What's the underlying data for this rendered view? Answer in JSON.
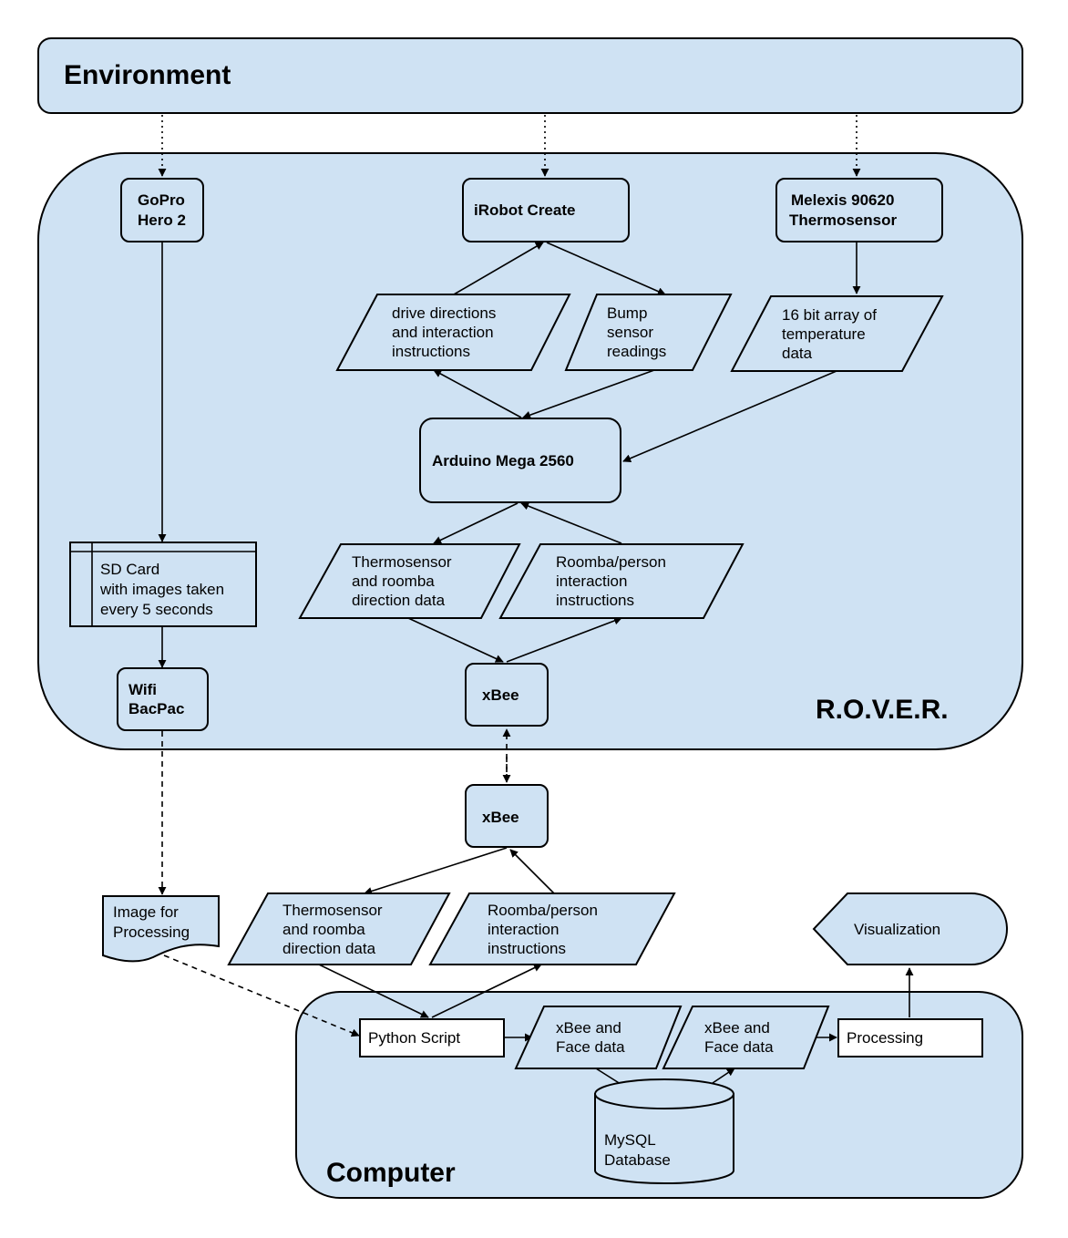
{
  "containers": {
    "environment": "Environment",
    "rover": "R.O.V.E.R.",
    "computer": "Computer"
  },
  "nodes": {
    "gopro": [
      "GoPro",
      "Hero 2"
    ],
    "irobot": [
      "iRobot Create"
    ],
    "melexis": [
      "Melexis 90620",
      "Thermosensor"
    ],
    "drive_directions": [
      "drive directions",
      "and interaction",
      "instructions"
    ],
    "bump_readings": [
      "Bump",
      "sensor",
      "readings"
    ],
    "temp_array": [
      "16 bit array of",
      "temperature",
      "data"
    ],
    "arduino": [
      "Arduino Mega 2560"
    ],
    "sd_card": [
      "SD Card",
      "with images taken",
      "every 5 seconds"
    ],
    "thermo_data_rover": [
      "Thermosensor",
      "and roomba",
      "direction data"
    ],
    "roomba_instr_rover": [
      "Roomba/person",
      "interaction",
      "instructions"
    ],
    "wifi_bacpac": [
      "Wifi",
      "BacPac"
    ],
    "xbee_rover": [
      "xBee"
    ],
    "xbee_computer": [
      "xBee"
    ],
    "image_processing": [
      "Image for",
      "Processing"
    ],
    "thermo_data_comp": [
      "Thermosensor",
      "and roomba",
      "direction data"
    ],
    "roomba_instr_comp": [
      "Roomba/person",
      "interaction",
      "instructions"
    ],
    "visualization": [
      "Visualization"
    ],
    "python_script": [
      "Python Script"
    ],
    "face_data_1": [
      "xBee and",
      "Face data"
    ],
    "face_data_2": [
      "xBee and",
      "Face data"
    ],
    "processing": [
      "Processing"
    ],
    "mysql": [
      "MySQL",
      "Database"
    ]
  }
}
